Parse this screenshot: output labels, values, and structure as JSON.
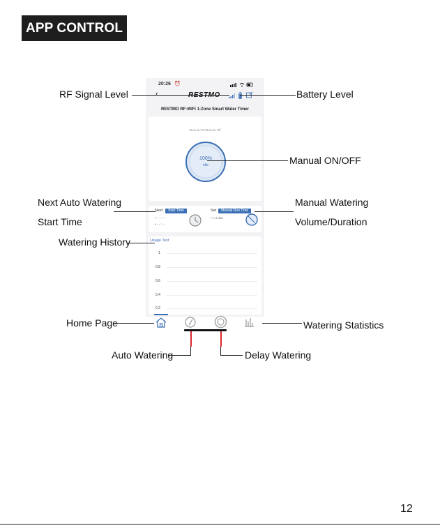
{
  "heading": "APP CONTROL",
  "page_number": "12",
  "phone": {
    "status_time": "20:26",
    "brand": "RESTMO",
    "device_title": "RESTMO RF-WiFi 1-Zone Smart Water Timer",
    "manual_label": "Manual On/Manual Off",
    "dial_percent": "100%",
    "dial_state": "idle",
    "next_label": "Next",
    "start_time_pill": "Start Time",
    "next_value_1": "- - : - -",
    "next_value_2": "- - : - -",
    "set_label": "Set",
    "manual_run_pill": "Manual Run Time",
    "set_value": "< 1 min",
    "usage_title": "Usage Text",
    "y_ticks": [
      "1",
      "0.8",
      "0.6",
      "0.4",
      "0.2"
    ]
  },
  "callouts": {
    "rf_signal": "RF Signal Level",
    "battery": "Battery Level",
    "manual_onoff": "Manual ON/OFF",
    "next_auto_1": "Next Auto Watering",
    "next_auto_2": "Start Time",
    "manual_watering_1": "Manual Watering",
    "manual_watering_2": "Volume/Duration",
    "history": "Watering History",
    "home": "Home Page",
    "statistics": "Watering Statistics",
    "auto": "Auto Watering",
    "delay": "Delay Watering"
  },
  "colors": {
    "accent_blue": "#3a6fb5",
    "callout_red": "#d8262e",
    "heading_bg": "#1e1e1e"
  }
}
